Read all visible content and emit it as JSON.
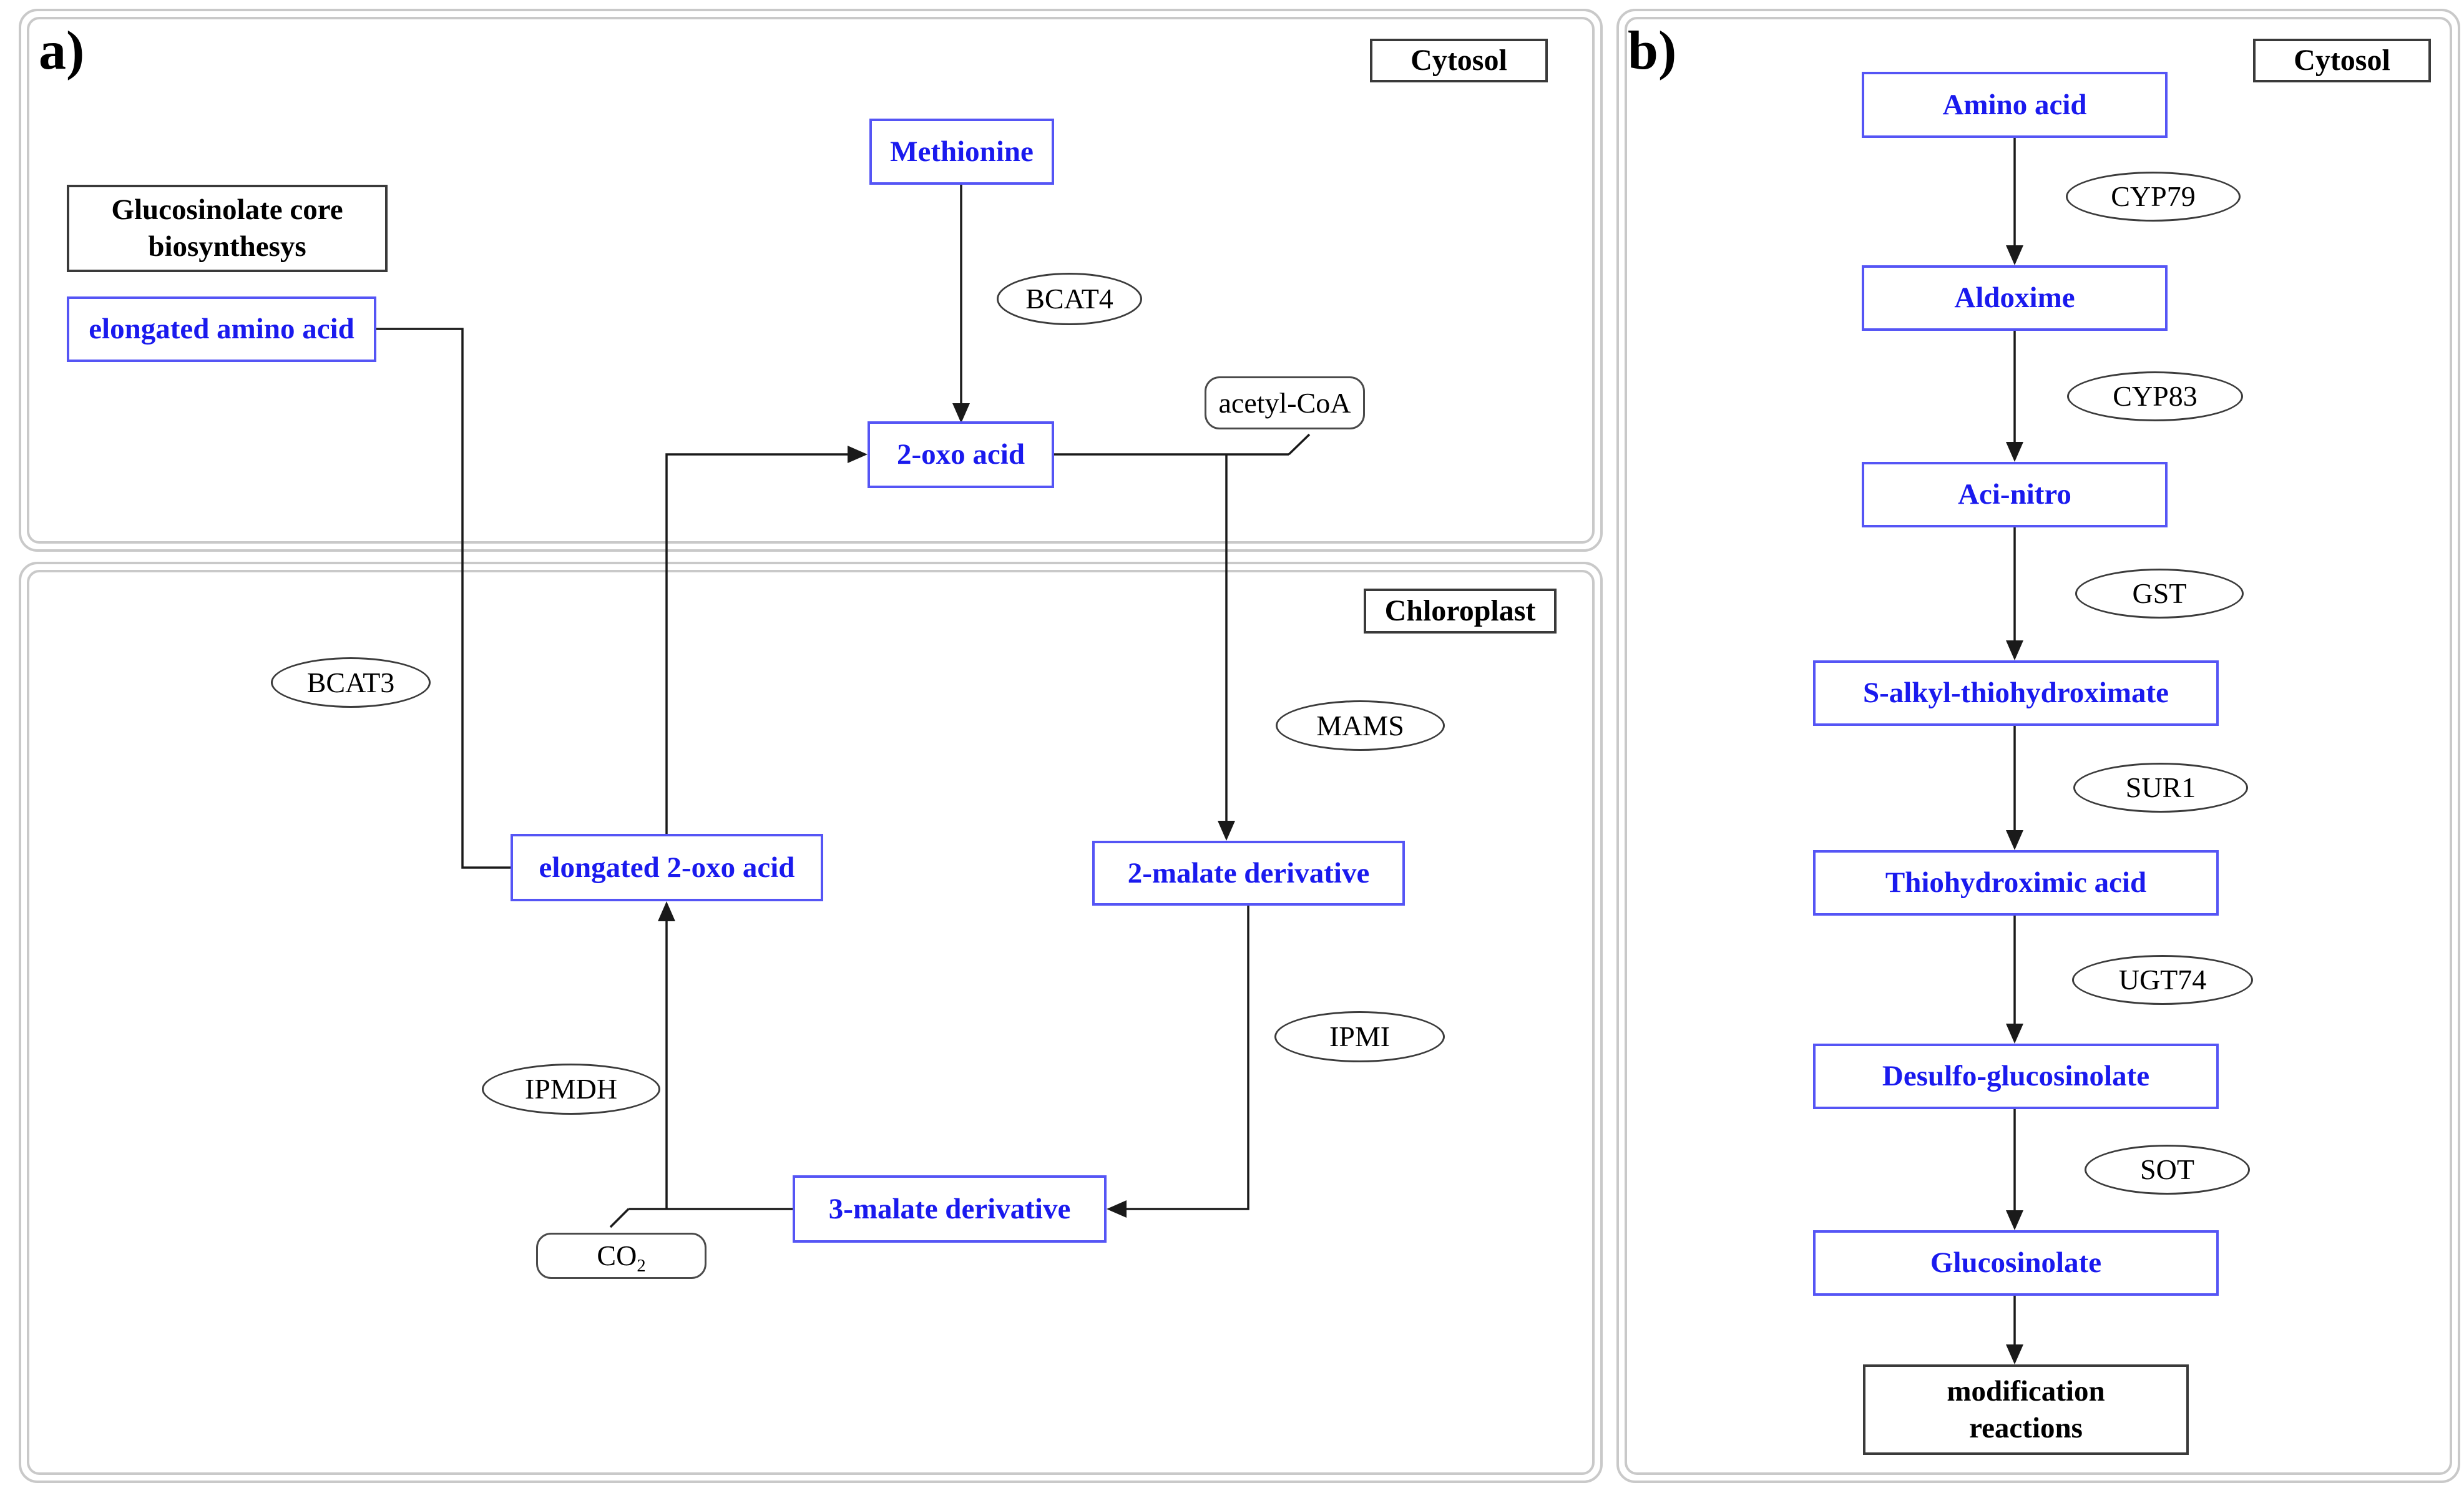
{
  "panel_a": {
    "label": "a)",
    "cytosol_label": "Cytosol",
    "chloroplast_label": "Chloroplast",
    "note": {
      "line1": "Glucosinolate core",
      "line2": "biosynthesys"
    },
    "nodes": {
      "elongated_amino_acid": "elongated amino acid",
      "methionine": "Methionine",
      "two_oxo_acid": "2-oxo acid",
      "elongated_two_oxo_acid": "elongated 2-oxo acid",
      "two_malate_derivative": "2-malate derivative",
      "three_malate_derivative": "3-malate derivative"
    },
    "enzymes": {
      "bcat4": "BCAT4",
      "bcat3": "BCAT3",
      "mams": "MAMS",
      "ipmi": "IPMI",
      "ipmdh": "IPMDH"
    },
    "cofactors": {
      "acetyl_coa": "acetyl-CoA",
      "co2_base": "CO",
      "co2_subscript": "2"
    }
  },
  "panel_b": {
    "label": "b)",
    "cytosol_label": "Cytosol",
    "nodes": {
      "amino_acid": "Amino acid",
      "aldoxime": "Aldoxime",
      "aci_nitro": "Aci-nitro",
      "s_alkyl_thiohydroximate": "S-alkyl-thiohydroximate",
      "thiohydroximic_acid": "Thiohydroximic acid",
      "desulfo_glucosinolate": "Desulfo-glucosinolate",
      "glucosinolate": "Glucosinolate"
    },
    "enzymes": {
      "cyp79": "CYP79",
      "cyp83": "CYP83",
      "gst": "GST",
      "sur1": "SUR1",
      "ugt74": "UGT74",
      "sot": "SOT"
    },
    "terminal": {
      "line1": "modification",
      "line2": "reactions"
    }
  },
  "colors": {
    "metabolite_text_blue": "#1a1aee",
    "metabolite_border_blue": "#5555f5",
    "line_black": "#1a1a1a",
    "panel_border_gray": "#c9c9c9"
  }
}
